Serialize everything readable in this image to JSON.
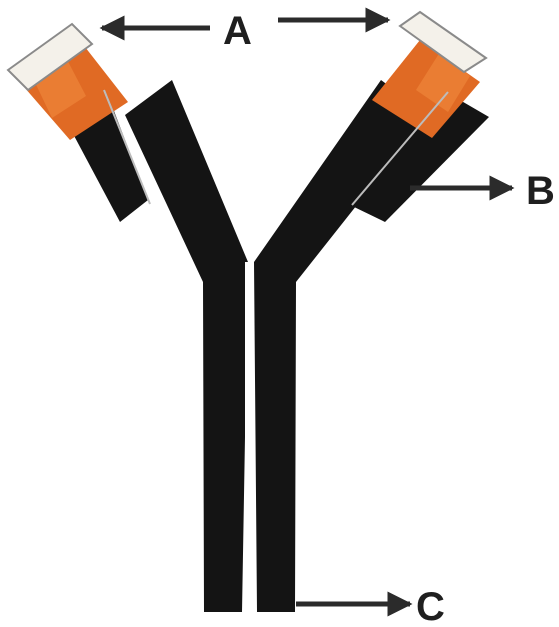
{
  "labels": {
    "a": "A",
    "b": "B",
    "c": "C"
  },
  "colors": {
    "chain": "#141414",
    "variable_region": "#e06a24",
    "variable_region_highlight": "#f08a3e",
    "tip": "#f4f1ea",
    "arrow": "#2b2b2b",
    "label": "#1f1f1f"
  }
}
